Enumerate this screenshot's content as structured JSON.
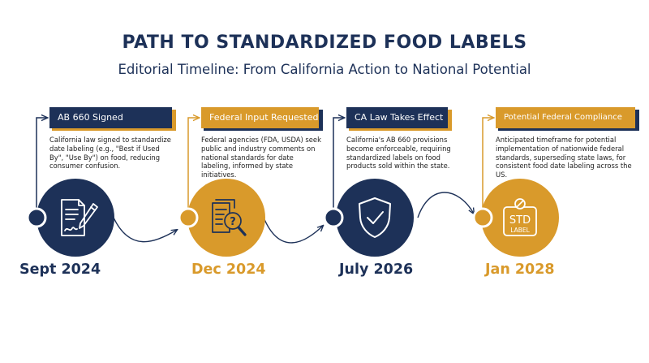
{
  "header": {
    "title": "PATH TO STANDARDIZED FOOD LABELS",
    "subtitle": "Editorial Timeline: From California Action to National Potential"
  },
  "colors": {
    "navy": "#1d3158",
    "gold": "#d99a2b",
    "text": "#1f1f1f"
  },
  "milestones": [
    {
      "label": "AB 660 Signed",
      "description": "California law signed to standardize date labeling (e.g., \"Best if Used By\", \"Use By\") on food, reducing consumer confusion.",
      "date": "Sept 2024",
      "icon": "signed-document-icon",
      "color": "navy"
    },
    {
      "label": "Federal Input Requested",
      "description": "Federal agencies (FDA, USDA) seek public and industry comments on national standards for date labeling, informed by state initiatives.",
      "date": "Dec 2024",
      "icon": "document-search-icon",
      "color": "gold"
    },
    {
      "label": "CA Law Takes Effect",
      "description": "California's AB 660 provisions become enforceable, requiring standardized labels on food products sold within the state.",
      "date": "July 2026",
      "icon": "shield-check-icon",
      "color": "navy"
    },
    {
      "label": "Potential Federal Compliance",
      "description": "Anticipated timeframe for potential implementation of nationwide federal standards, superseding state laws, for consistent food date labeling across the US.",
      "date": "Jan 2028",
      "icon": "std-label-icon",
      "icon_text": [
        "STD",
        "LABEL"
      ],
      "color": "gold"
    }
  ]
}
